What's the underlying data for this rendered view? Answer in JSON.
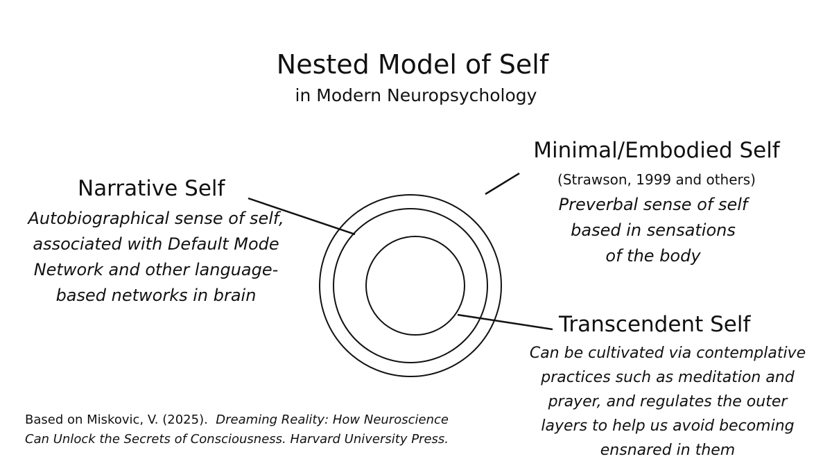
{
  "title": "Nested Model of Self",
  "subtitle": "in Modern Neuropsychology",
  "narrative": {
    "heading": "Narrative Self",
    "lines": [
      "Autobiographical sense of self,",
      "associated with Default Mode",
      "Network and other language-",
      "based networks in brain"
    ]
  },
  "minimal": {
    "heading": "Minimal/Embodied Self",
    "citation": "(Strawson, 1999 and others)",
    "lines": [
      "Preverbal sense of self",
      "based in sensations",
      "of the body"
    ]
  },
  "transcendent": {
    "heading": "Transcendent Self",
    "lines": [
      "Can be cultivated via contemplative",
      "practices such as meditation and",
      "prayer, and regulates the outer",
      "layers to help us avoid becoming",
      "ensnared in them"
    ]
  },
  "source": {
    "plain": "Based on Miskovic, V. (2025).",
    "italic_1": "Dreaming Reality: How Neuroscience",
    "italic_2": "Can Unlock the Secrets of Consciousness.  Harvard University Press."
  },
  "colors": {
    "ink": "#111111",
    "background": "#ffffff"
  }
}
